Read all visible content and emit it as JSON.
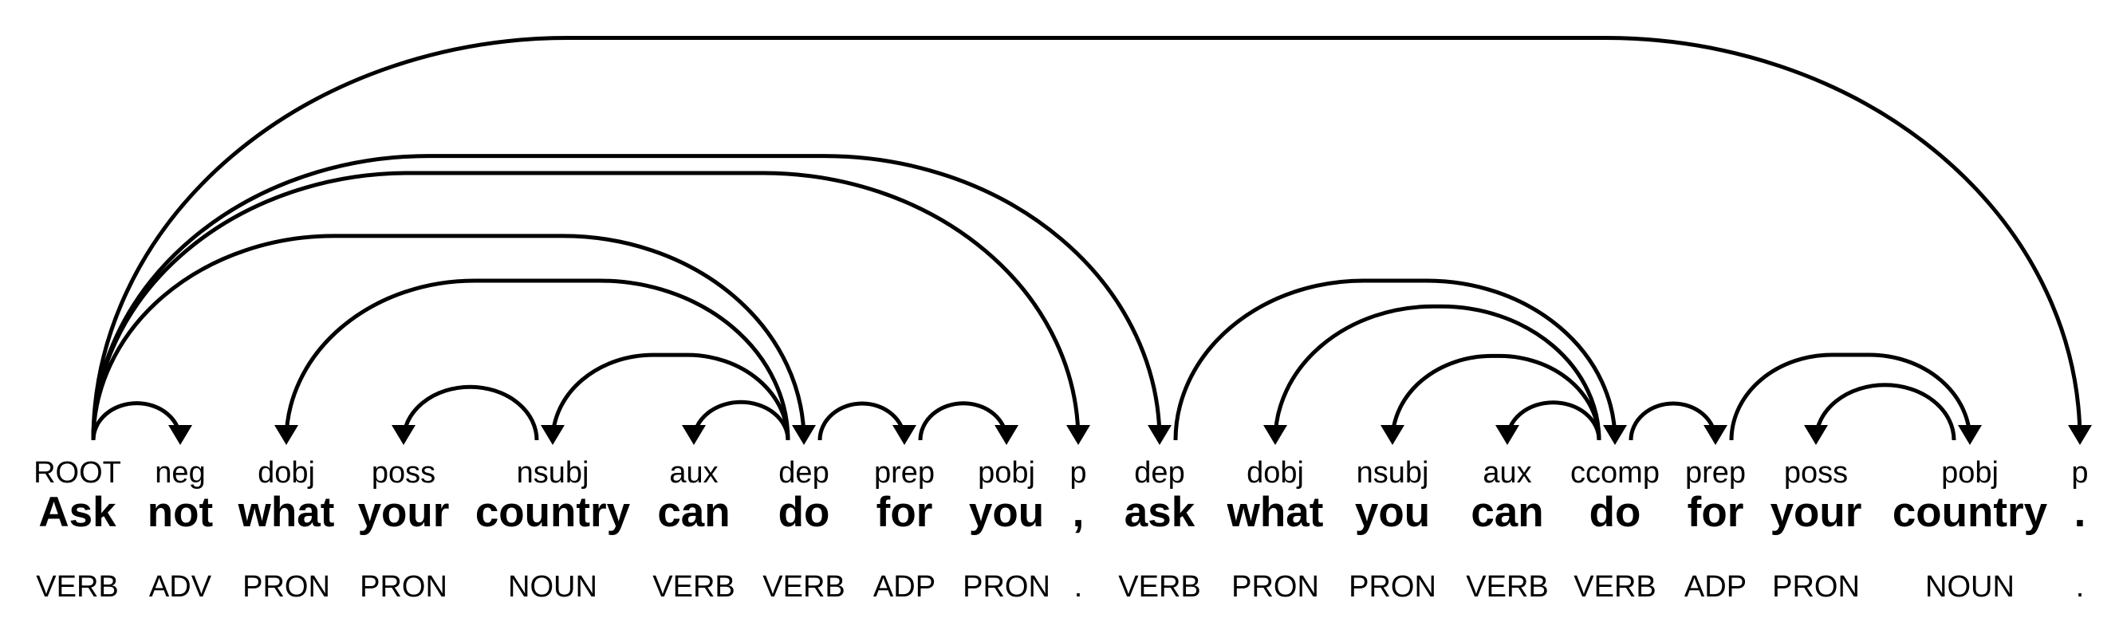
{
  "figure": {
    "type": "dependency-parse-diagram",
    "sentence": "Ask not what your country can do for you , ask what you can do for your country ."
  },
  "colors": {
    "background": "#ffffff",
    "ink": "#000000"
  },
  "tokens": [
    {
      "text": "Ask",
      "dep": "ROOT",
      "pos": "VERB"
    },
    {
      "text": "not",
      "dep": "neg",
      "pos": "ADV"
    },
    {
      "text": "what",
      "dep": "dobj",
      "pos": "PRON"
    },
    {
      "text": "your",
      "dep": "poss",
      "pos": "PRON"
    },
    {
      "text": "country",
      "dep": "nsubj",
      "pos": "NOUN"
    },
    {
      "text": "can",
      "dep": "aux",
      "pos": "VERB"
    },
    {
      "text": "do",
      "dep": "dep",
      "pos": "VERB"
    },
    {
      "text": "for",
      "dep": "prep",
      "pos": "ADP"
    },
    {
      "text": "you",
      "dep": "pobj",
      "pos": "PRON"
    },
    {
      "text": ",",
      "dep": "p",
      "pos": "."
    },
    {
      "text": "ask",
      "dep": "dep",
      "pos": "VERB"
    },
    {
      "text": "what",
      "dep": "dobj",
      "pos": "PRON"
    },
    {
      "text": "you",
      "dep": "nsubj",
      "pos": "PRON"
    },
    {
      "text": "can",
      "dep": "aux",
      "pos": "VERB"
    },
    {
      "text": "do",
      "dep": "ccomp",
      "pos": "VERB"
    },
    {
      "text": "for",
      "dep": "prep",
      "pos": "ADP"
    },
    {
      "text": "your",
      "dep": "poss",
      "pos": "PRON"
    },
    {
      "text": "country",
      "dep": "pobj",
      "pos": "NOUN"
    },
    {
      "text": ".",
      "dep": "p",
      "pos": "."
    }
  ],
  "arcs": [
    {
      "head": 0,
      "dep": 1,
      "label": "neg"
    },
    {
      "head": 6,
      "dep": 2,
      "label": "dobj"
    },
    {
      "head": 4,
      "dep": 3,
      "label": "poss"
    },
    {
      "head": 6,
      "dep": 4,
      "label": "nsubj"
    },
    {
      "head": 6,
      "dep": 5,
      "label": "aux"
    },
    {
      "head": 0,
      "dep": 6,
      "label": "dep"
    },
    {
      "head": 6,
      "dep": 7,
      "label": "prep"
    },
    {
      "head": 7,
      "dep": 8,
      "label": "pobj"
    },
    {
      "head": 0,
      "dep": 9,
      "label": "p"
    },
    {
      "head": 0,
      "dep": 10,
      "label": "dep"
    },
    {
      "head": 14,
      "dep": 11,
      "label": "dobj"
    },
    {
      "head": 14,
      "dep": 12,
      "label": "nsubj"
    },
    {
      "head": 14,
      "dep": 13,
      "label": "aux"
    },
    {
      "head": 10,
      "dep": 14,
      "label": "ccomp"
    },
    {
      "head": 14,
      "dep": 15,
      "label": "prep"
    },
    {
      "head": 17,
      "dep": 16,
      "label": "poss"
    },
    {
      "head": 15,
      "dep": 17,
      "label": "pobj"
    },
    {
      "head": 0,
      "dep": 18,
      "label": "p"
    }
  ]
}
